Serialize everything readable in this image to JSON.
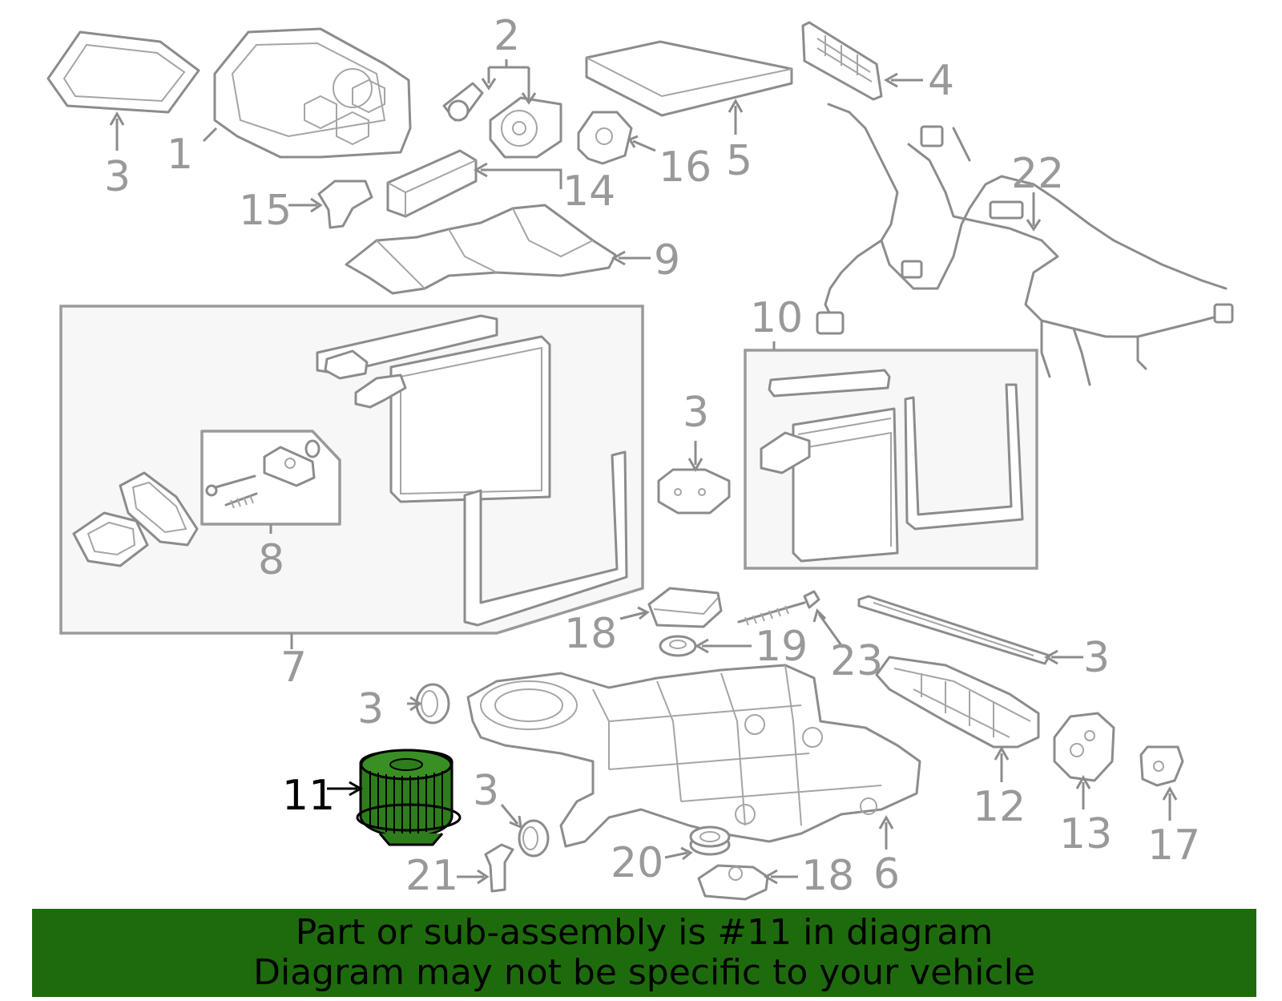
{
  "diagram": {
    "highlighted_part": "11",
    "callouts": {
      "c1": "1",
      "c2": "2",
      "c3a": "3",
      "c3b": "3",
      "c3c": "3",
      "c3d": "3",
      "c3e": "3",
      "c4": "4",
      "c5": "5",
      "c6": "6",
      "c7": "7",
      "c8": "8",
      "c9": "9",
      "c10": "10",
      "c11": "11",
      "c12": "12",
      "c13": "13",
      "c14": "14",
      "c15": "15",
      "c16": "16",
      "c17": "17",
      "c18a": "18",
      "c18b": "18",
      "c19": "19",
      "c20": "20",
      "c21": "21",
      "c22": "22",
      "c23": "23"
    },
    "colors": {
      "part_line": "#8c8c8c",
      "label_gray": "#999999",
      "highlight_fill": "#2e7d1c",
      "banner_green": "#1e6b0e"
    }
  },
  "banner": {
    "line1": "Part or sub-assembly is #11 in diagram",
    "line2": "Diagram may not be specific to your vehicle"
  }
}
